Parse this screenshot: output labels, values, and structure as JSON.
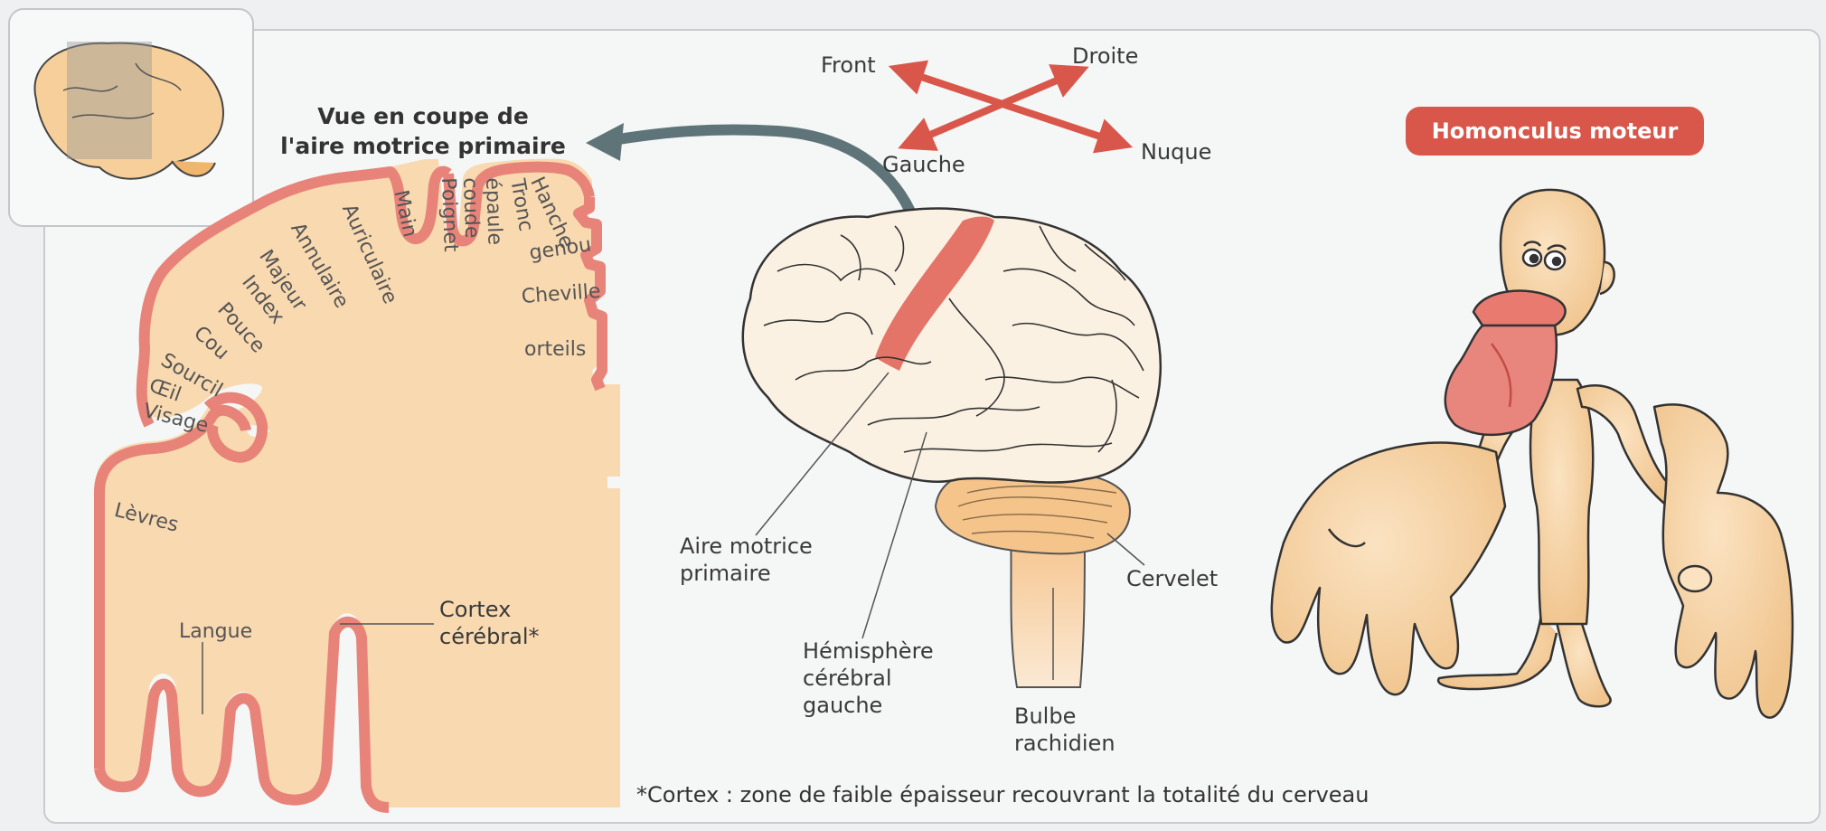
{
  "section": {
    "title_line1": "Vue en coupe de",
    "title_line2": "l'aire motrice primaire",
    "body_parts": [
      "Hanche",
      "Tronc",
      "épaule",
      "coude",
      "Poignet",
      "Main",
      "Auriculaire",
      "Annulaire",
      "Majeur",
      "Index",
      "Pouce",
      "Cou",
      "Sourcil",
      "Œil",
      "Visage",
      "genou",
      "Cheville",
      "orteils",
      "Lèvres",
      "Langue"
    ],
    "cortex_label_line1": "Cortex",
    "cortex_label_line2": "cérébral*"
  },
  "orientation": {
    "front": "Front",
    "droite": "Droite",
    "gauche": "Gauche",
    "nuque": "Nuque"
  },
  "brain": {
    "aire_line1": "Aire motrice",
    "aire_line2": "primaire",
    "hemisphere_line1": "Hémisphère",
    "hemisphere_line2": "cérébral",
    "hemisphere_line3": "gauche",
    "cervelet": "Cervelet",
    "bulbe_line1": "Bulbe",
    "bulbe_line2": "rachidien"
  },
  "homonculus": {
    "badge": "Homonculus moteur"
  },
  "footnote": "*Cortex : zone de faible épaisseur recouvrant la totalité du cerveau",
  "colors": {
    "cortex_pink": "#e8837a",
    "tissue": "#f9d9b0",
    "accent_red": "#d9574a",
    "arrow_gray": "#5e7478"
  }
}
